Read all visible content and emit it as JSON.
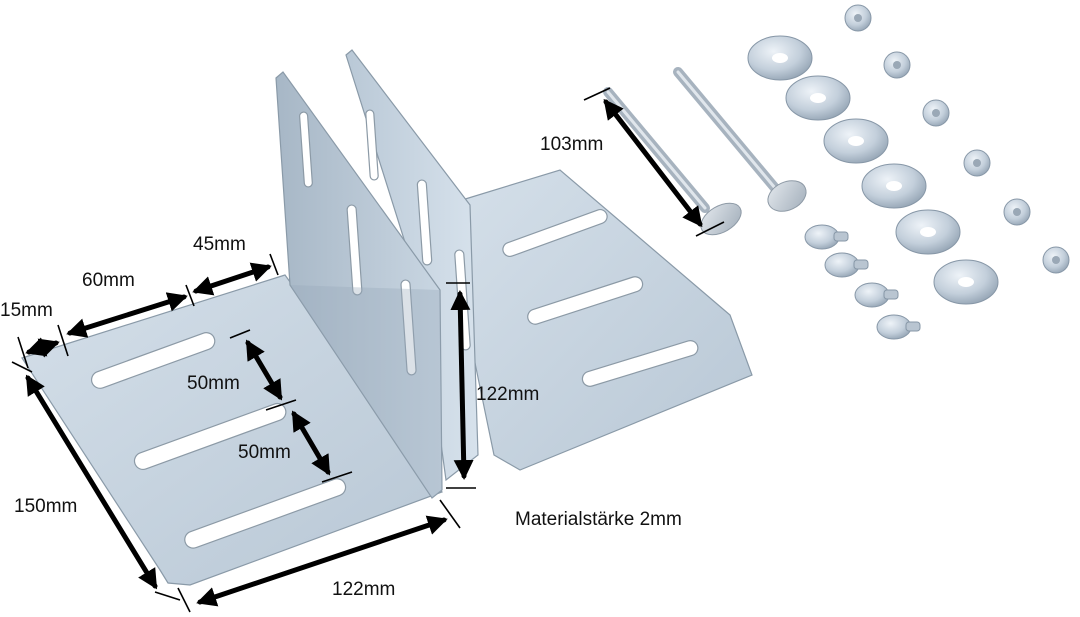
{
  "dimensions": {
    "d15": "15mm",
    "d60": "60mm",
    "d45": "45mm",
    "d50a": "50mm",
    "d50b": "50mm",
    "d150": "150mm",
    "d122_width": "122mm",
    "d122_height": "122mm",
    "d103": "103mm"
  },
  "note": "Materialstärke 2mm",
  "colors": {
    "metal_light": "#cfdbe6",
    "metal_mid": "#b7c6d4",
    "metal_dark": "#9cadbd",
    "arrow": "#000000"
  }
}
